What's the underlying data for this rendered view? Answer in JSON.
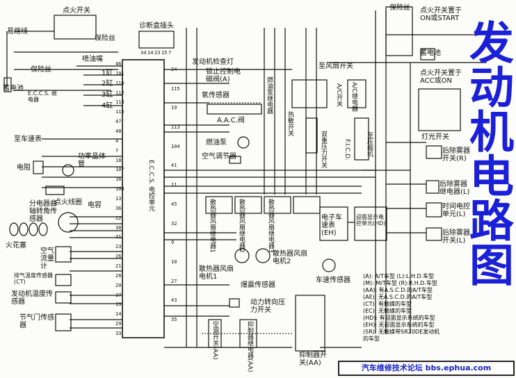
{
  "title": "发动机电路图",
  "footer": "汽车维修技术论坛 bbs.ephua.com",
  "labels": {
    "ignition_switch_top": "点火开关",
    "fusible_link": "易熔线",
    "fuse_1": "保险丝",
    "fuse_2": "保险丝",
    "fuse_right": "保险丝",
    "diag_connector": "诊断盒插头",
    "injector": "喷油嘴",
    "cyl1": "1缸",
    "cyl2": "2缸",
    "cyl3": "3缸",
    "cyl4": "4缸",
    "eccs_relay": "E.C.C.S. 继电器",
    "battery_left": "蓄电池",
    "battery_right": "蓄电池",
    "to_speedometer": "至车速表",
    "resistor": "电阻",
    "power_transistor": "功率晶体管",
    "ignition_coil": "点火线圈",
    "capacitor": "电容",
    "distributor": "分电器曲轴转角传感器",
    "spark_plug": "火花塞",
    "airflow_meter": "空气流量计",
    "exhaust_temp": "排气温度传感器(CT)",
    "engine_temp": "发动机温度传感器",
    "throttle_sensor": "节气门传感器",
    "ecu": "E.C.C.S. 电控单元",
    "check_lamp": "发动机检查灯",
    "lockup_valve": "锁止控制电磁阀(A)",
    "o2_sensor": "氧传感器",
    "aac_valve": "A.A.C.阀",
    "fuel_pump": "燃油泵",
    "air_regulator": "空气调节器",
    "fan_relay_1": "散热器风扇继电器1",
    "fan_relay_2": "散热器风扇继电器2",
    "fan_relay_3": "散热器风扇继电器3",
    "fan_motor_1": "散热器风扇电机1",
    "fan_motor_2": "散热器风扇电机2",
    "knock_sensor": "爆震传感器",
    "ps_switch": "动力转向压力开关",
    "ignition_on": "点火开关置于ON或START",
    "ignition_acc": "点火开关置于ACC或ON",
    "to_fan_switch": "至风扇开关",
    "ac_switch": "A/C开关",
    "ac_relay": "A/C继电器",
    "fuel_pump_relay": "燃油泵继电器",
    "ficd": "F.I.C.D.",
    "dual_pressure": "双重压力开关",
    "to_compressor": "至压缩机",
    "thermal_switch": "热敏开关",
    "speedo_unit": "电子车速表(EH)",
    "head_display": "迎面显示电控单元(HD)",
    "speed_sensor": "车速传感器",
    "headlight_switch": "灯光开关",
    "defog_switch": "后除雾器开关(R)",
    "defog_relay": "后除雾器继电器(L)",
    "clock": "时间电控单元(L)",
    "defog_switch_l": "后除雾器开关(L)",
    "inhibitor": "抑制器开关(AA)",
    "inhibitor_relay": "抑制器继电器(AA)",
    "ac_clutch": "空调开关(AA)"
  },
  "legend": [
    "(A):  A/T车型      (L):L.H.D.车型",
    "(M):  M/T车型      (R):R.H.D.车型",
    "(AA): 有A.S.C.D.的A/T车型",
    "(AE): 无A.S.C.D.的A/T车型",
    "(CT): 有触媒的车型",
    "(EC): 无触媒的车型",
    "(HD): 有迎面显示系统的车型",
    "(EH): 无迎面显示系统的车型",
    "(SR): 无触媒带SR20DE发动机",
    "      的车型"
  ],
  "ecu_pins_left": [
    "46",
    "101",
    "110",
    "112",
    "113",
    "115",
    "47",
    "48",
    "4",
    "7",
    "18",
    "107",
    "16",
    "108",
    "13",
    "36",
    "22",
    "30",
    "31",
    "23",
    "26",
    "21",
    "28",
    "20",
    "37",
    "19",
    "14",
    "29",
    "33"
  ],
  "ecu_pins_right": [
    "24",
    "115",
    "19",
    "113",
    "104",
    "41",
    "11",
    "45",
    "32",
    "9",
    "10",
    "27",
    "43",
    "35"
  ],
  "diag_pins": [
    "34",
    "14",
    "23",
    "15",
    "7"
  ],
  "colors": {
    "title": "#1a20d8",
    "footer_text": "#1420c8",
    "line": "#111111"
  }
}
